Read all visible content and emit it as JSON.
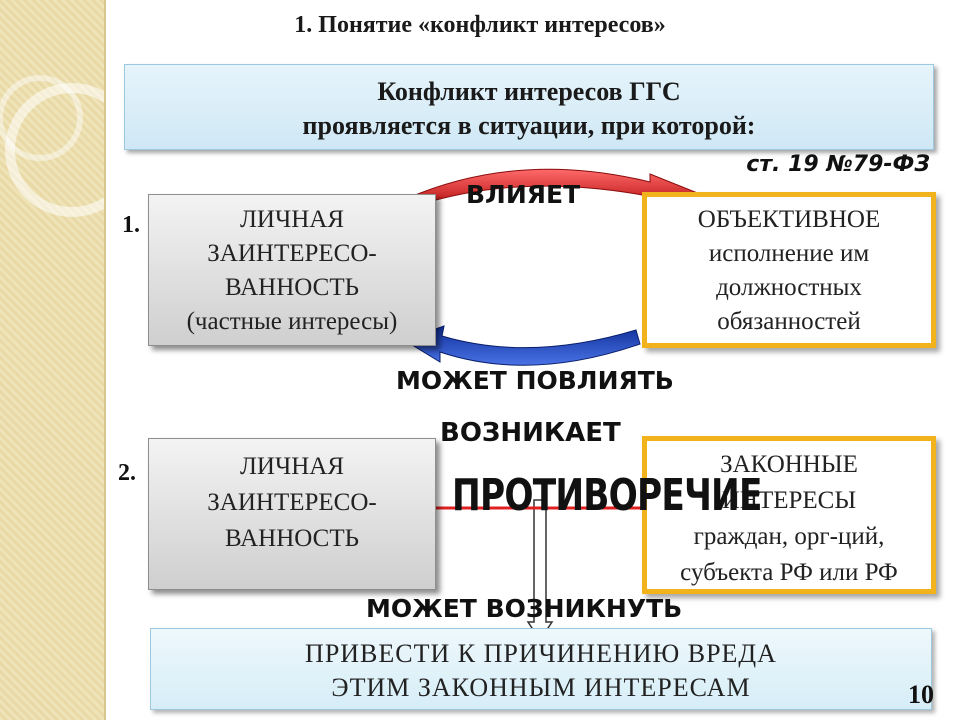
{
  "slide": {
    "title": "1. Понятие «конфликт  интересов»",
    "definition": {
      "line1": "Конфликт интересов ГГС",
      "line2": "проявляется в ситуации, при которой:"
    },
    "reference": "ст. 19 №79-ФЗ",
    "case1": {
      "number": "1.",
      "left_box": [
        "ЛИЧНАЯ",
        "ЗАИНТЕРЕСО-",
        "ВАННОСТЬ",
        "(частные интересы)"
      ],
      "right_box": [
        "ОБЪЕКТИВНОЕ",
        "исполнение им",
        "должностных",
        "обязанностей"
      ],
      "top_arrow_label": "ВЛИЯЕТ",
      "bottom_arrow_label": "МОЖЕТ ПОВЛИЯТЬ"
    },
    "arises_label": "ВОЗНИКАЕТ",
    "case2": {
      "number": "2.",
      "left_box": [
        "ЛИЧНАЯ",
        "ЗАИНТЕРЕСО-",
        "ВАННОСТЬ"
      ],
      "right_box": [
        "ЗАКОННЫЕ",
        "ИНТЕРЕСЫ",
        "граждан, орг-ций,",
        "субъекта РФ или РФ"
      ],
      "contradiction": "ПРОТИВОРЕЧИЕ"
    },
    "may_arise_label": "МОЖЕТ ВОЗНИКНУТЬ",
    "result": {
      "line1": "ПРИВЕСТИ К ПРИЧИНЕНИЮ ВРЕДА",
      "line2": "ЭТИМ ЗАКОННЫМ ИНТЕРЕСАМ"
    },
    "page_number": "10",
    "colors": {
      "orange_border": "#f1b21c",
      "red_arrow": "#d62020",
      "blue_arrow": "#1a3fb8",
      "box_blue": "#d6edf7"
    }
  }
}
